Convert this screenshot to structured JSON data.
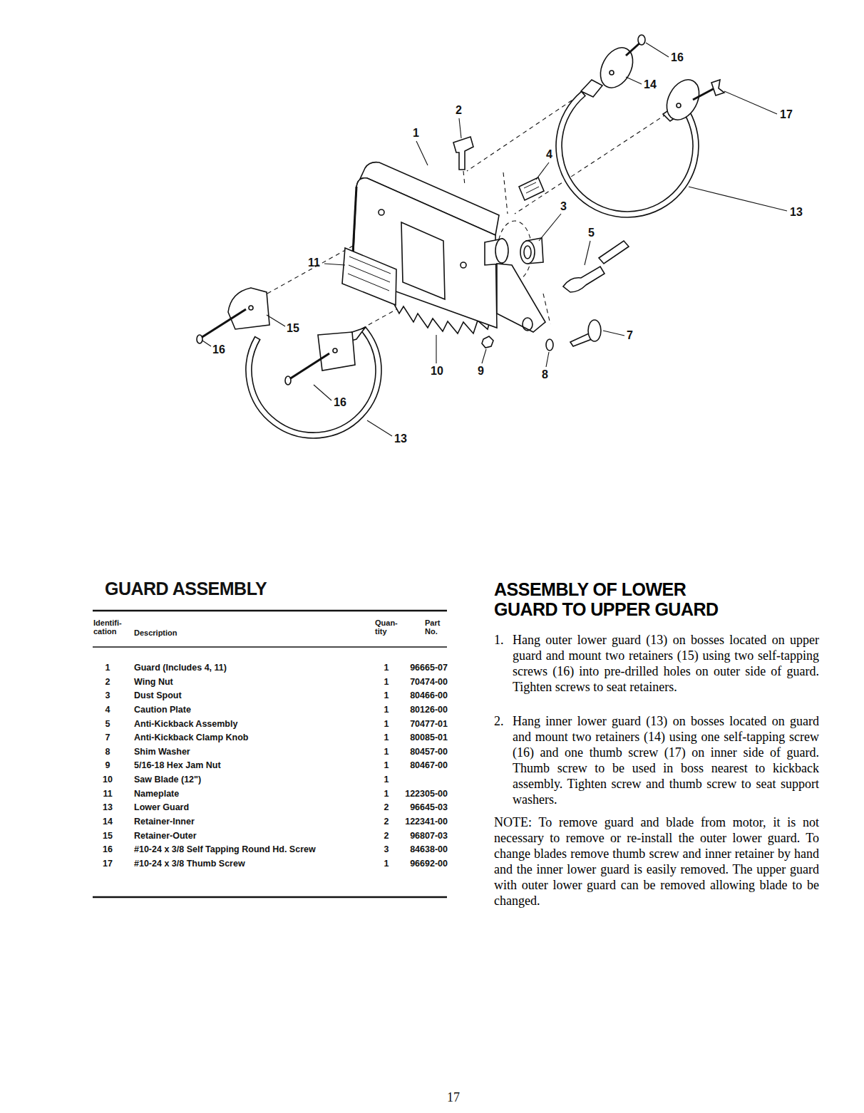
{
  "diagram": {
    "title": "GUARD ASSEMBLY",
    "labels": [
      "16",
      "2",
      "14",
      "17",
      "1",
      "4",
      "3",
      "13",
      "5",
      "11",
      "15",
      "7",
      "16",
      "10",
      "9",
      "8",
      "16",
      "13",
      "Identifi- cation",
      "Description",
      "Quan- tity",
      "Part No.",
      "1",
      "Guard (Includes 4, 11)",
      "1",
      "96665-07",
      "2",
      "Wing Nut",
      "1",
      "70474-00",
      "3",
      "Dust Spout",
      "1",
      "80466-00",
      "4",
      "Caution Plate",
      "1",
      "80126-00",
      "5",
      "Anti-Kickback Assembly",
      "1",
      "70477-01",
      "7",
      "Anti-Kickback Clamp Knob",
      "1",
      "80085-01",
      "8",
      "Shim Washer",
      "1",
      "80457-00",
      "9",
      "5/16-18 Hex Jam Nut",
      "1",
      "80467-00",
      "10",
      "Saw Blade (12\")",
      "1",
      "11",
      "Nameplate",
      "1",
      "122305-00",
      "13",
      "Lower Guard",
      "2",
      "96645-03",
      "14",
      "Retainer-Inner",
      "2",
      "122341-00",
      "15",
      "Retainer-Outer",
      "2",
      "96807-03",
      "16",
      "#10-24 x 3/8 Self Tapping Round Hd. Screw",
      "3",
      "84638-00",
      "17",
      "#10-24 x 3/8 Thumb Screw",
      "1",
      "96692-00",
      "ASSEMBLY OF LOWER GUARD TO UPPER GUARD",
      "1.",
      "Hang outer lower guard (13) on bosses located on upper guard and mount two retainers (15) using two self-tapping screws (16) into pre-drilled holes on outer side of guard. Tighten screws to seat retainers.",
      "2.",
      "Hang inner lower guard (13) on bosses located on guard and mount two retainers (14) using one self-tapping screw (16) and one thumb screw (17) on inner side of guard. Thumb screw to be used in boss nearest to kickback assembly. Tighten screw and thumb screw to seat support washers.",
      "NOTE: To remove guard and blade from motor, it is not necessary to remove or re-install the outer lower guard. To change blades remove thumb screw and inner retainer by hand and the inner lower guard is easily removed. The upper guard with outer lower guard can be removed allowing blade to be changed.",
      "17"
    ]
  }
}
